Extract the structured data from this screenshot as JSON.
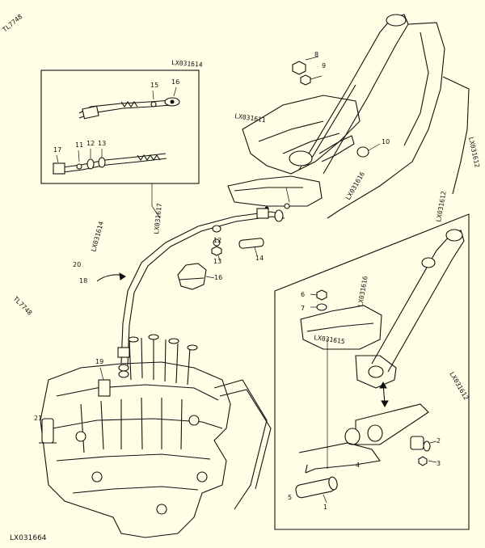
{
  "figure_id": "LX031664",
  "callouts": {
    "c1": "1",
    "c2": "2",
    "c3": "3",
    "c4": "4",
    "c5": "5",
    "c6": "6",
    "c7": "7",
    "c8": "8",
    "c9": "9",
    "c10": "10",
    "c11": "11",
    "c12": "12",
    "c13": "13",
    "c14": "14",
    "c15": "15",
    "c16": "16",
    "c17": "17",
    "c18": "18",
    "c19": "19",
    "c20": "20",
    "c21": "21"
  },
  "refs": {
    "r_top_left": "TL7748",
    "r_inset_box": "LX031614",
    "r_arrow_left": "TL7748",
    "r_upper_mid": "LX031611",
    "r_right_top": "LX031612",
    "r_right_mid": "LX031612",
    "r_mid_vert": "LX031616",
    "r_left_mid": "LX031614",
    "r_lower_box": "LX031615",
    "r_lower_right": "LX031612",
    "r_valve": "LX031616",
    "r_cable": "LX031617"
  }
}
